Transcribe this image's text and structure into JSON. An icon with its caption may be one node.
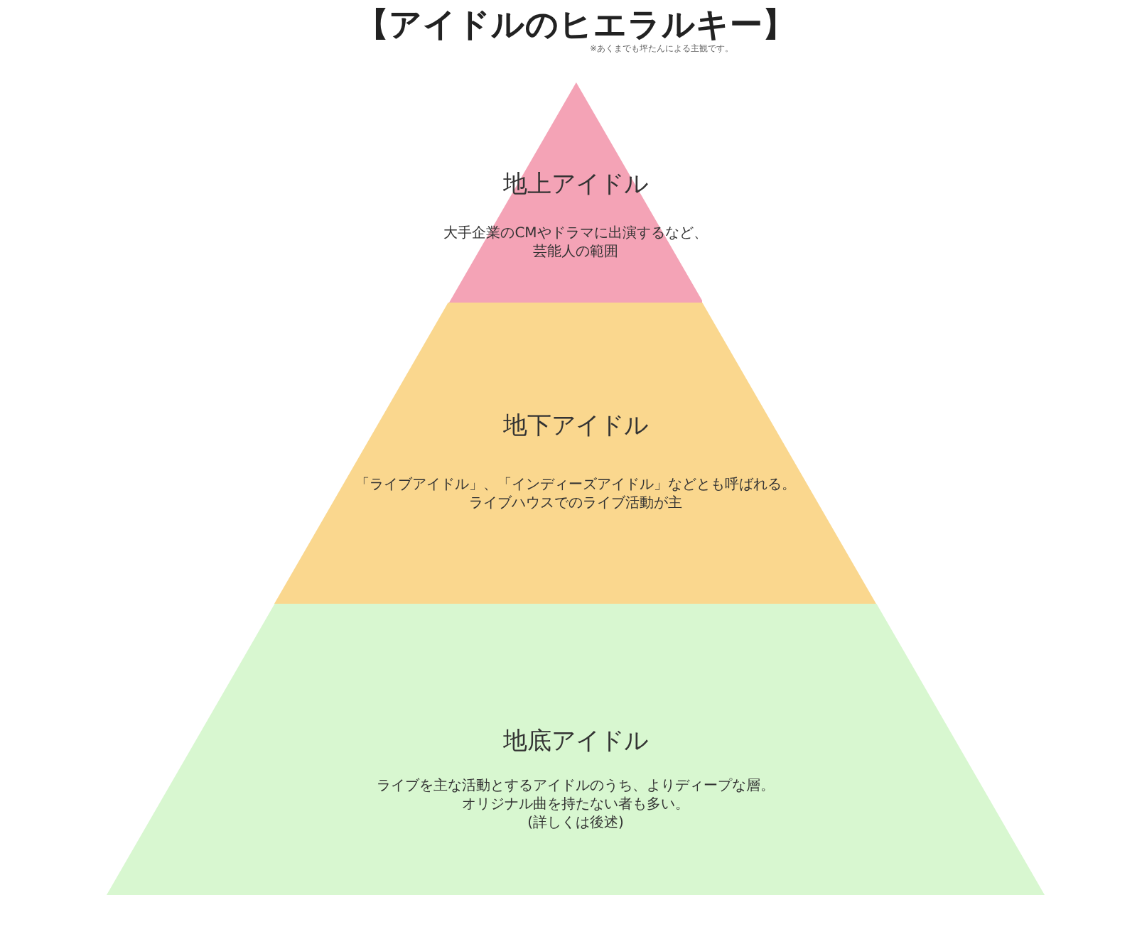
{
  "diagram": {
    "title": "【アイドルのヒエラルキー】",
    "nodes": [
      {
        "text": [
          "地上アイドル",
          "大手企業のCMやドラマに出演するなど、芸能人の範囲"
        ]
      },
      {
        "text": [
          "地下アイドル",
          "「ライブアイドル」、「インディーズアイドル」などとも呼ばれる。ライブハウスでのライブ活動が主"
        ]
      },
      {
        "text": [
          "地底アイドル",
          "ライブを主な活動とするアイドルのうち、よりディープな層。オリジナル曲を持たない者も多い。",
          "(詳しくは後述)"
        ]
      }
    ],
    "labels": [
      "※あくまでも坪たんによる主観です。"
    ]
  }
}
